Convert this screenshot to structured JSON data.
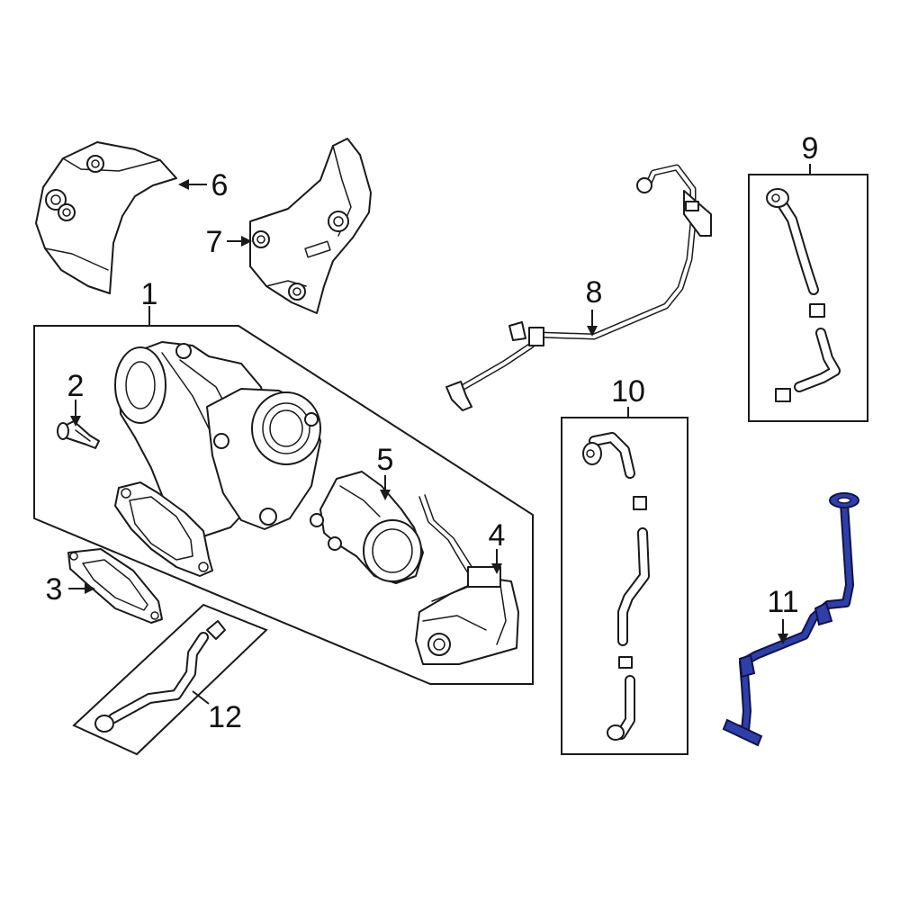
{
  "callouts": {
    "c1": "1",
    "c2": "2",
    "c3": "3",
    "c4": "4",
    "c5": "5",
    "c6": "6",
    "c7": "7",
    "c8": "8",
    "c9": "9",
    "c10": "10",
    "c11": "11",
    "c12": "12"
  },
  "colors": {
    "line": "#1a1a1a",
    "highlight": "#2f3fa8",
    "highlight_outline": "#10124a",
    "background": "#ffffff"
  }
}
